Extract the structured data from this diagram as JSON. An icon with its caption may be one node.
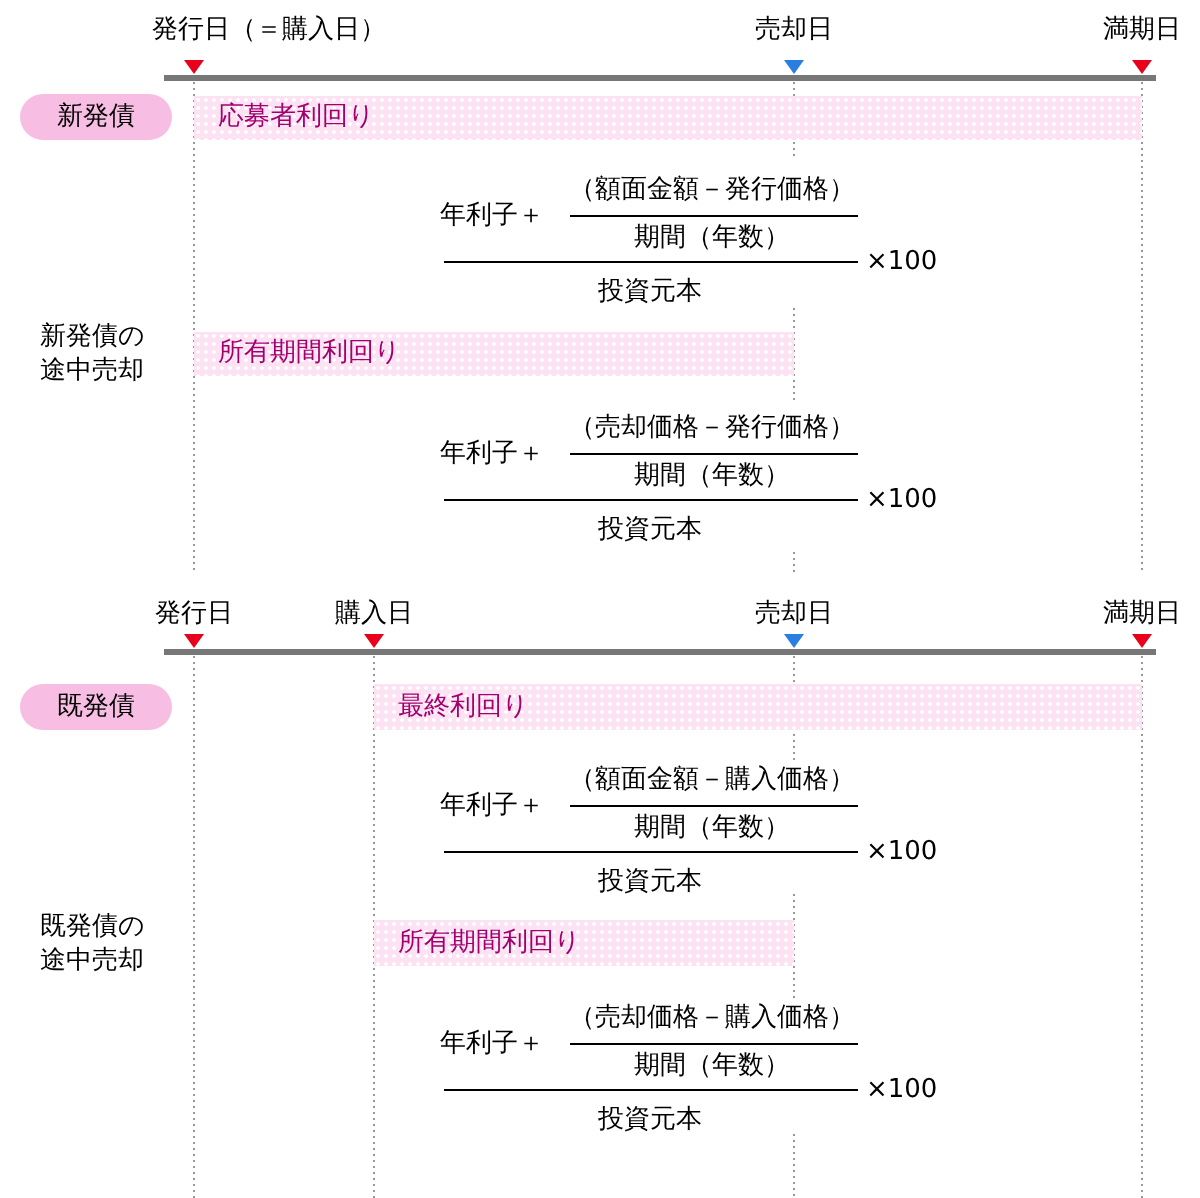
{
  "diagram": {
    "nodes": [
      {
        "text": [
          "新発債"
        ]
      },
      {
        "text": [
          "応募者利回り"
        ]
      },
      {
        "text": [
          "所有期間利回り"
        ]
      },
      {
        "text": [
          "既発債"
        ]
      },
      {
        "text": [
          "最終利回り"
        ]
      },
      {
        "text": [
          "所有期間利回り"
        ]
      }
    ],
    "labels": [
      "発行日（＝購入日）",
      "売却日",
      "満期日",
      "年利子＋",
      "（額面金額－発行価格）",
      "期間（年数）",
      "×100",
      "投資元本",
      "新発債の途中売却",
      "年利子＋",
      "（売却価格－発行価格）",
      "期間（年数）",
      "×100",
      "投資元本",
      "発行日",
      "購入日",
      "売却日",
      "満期日",
      "年利子＋",
      "（額面金額－購入価格）",
      "期間（年数）",
      "×100",
      "投資元本",
      "既発債の途中売却",
      "年利子＋",
      "（売却価格－購入価格）",
      "期間（年数）",
      "×100",
      "投資元本"
    ]
  }
}
